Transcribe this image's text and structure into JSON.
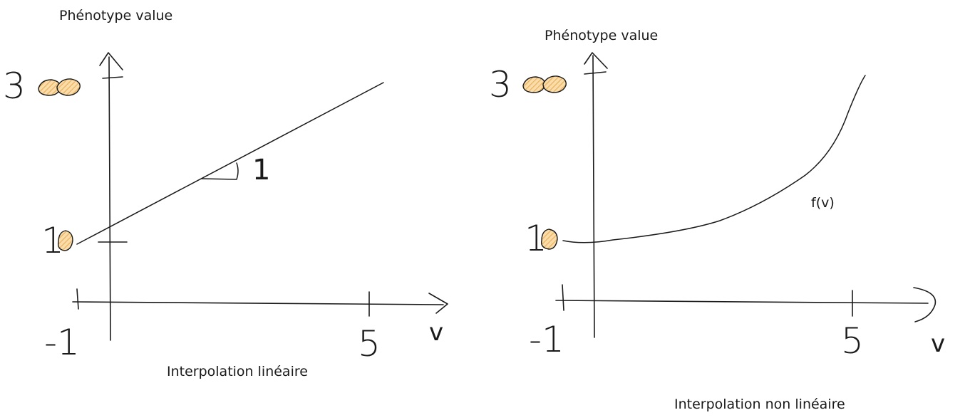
{
  "colors": {
    "ink": "#1a1a1a",
    "highlight": "#f7cf8f",
    "highlight_hatch": "#e6a54a"
  },
  "left_plot": {
    "y_axis_title": "Phénotype value",
    "x_axis_var": "v",
    "caption": "Interpolation linéaire",
    "y_label_top": "3",
    "y_label_bottom": "1",
    "x_label_left": "-1",
    "x_label_right": "5",
    "slope_label": "1"
  },
  "right_plot": {
    "y_axis_title": "Phénotype value",
    "x_axis_var": "v",
    "caption": "Interpolation non linéaire",
    "y_label_top": "3",
    "y_label_bottom": "1",
    "x_label_left": "-1",
    "x_label_right": "5",
    "curve_label": "f(v)"
  }
}
